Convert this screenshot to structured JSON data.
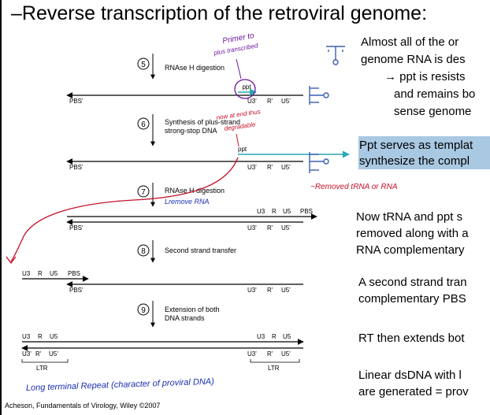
{
  "slide": {
    "title": "–Reverse transcription of the retroviral genome:",
    "caption": "Acheson, Fundamentals of Virology, Wiley ©2007"
  },
  "steps": [
    {
      "num": "5",
      "lines": [
        "RNAse H digestion"
      ]
    },
    {
      "num": "6",
      "lines": [
        "Synthesis of plus-strand",
        "strong-stop DNA"
      ]
    },
    {
      "num": "7",
      "lines": [
        "RNAse H digestion"
      ]
    },
    {
      "num": "8",
      "lines": [
        "Second strand transfer"
      ]
    },
    {
      "num": "9",
      "lines": [
        "Extension of both",
        "DNA strands"
      ]
    }
  ],
  "labels": {
    "pbs_prime": "PBS'",
    "pbs": "PBS",
    "ppt": "ppt",
    "u3": "U3",
    "r": "R",
    "u5": "U5",
    "u3_prime": "U3'",
    "r_prime": "R'",
    "u5_prime": "U5'",
    "ltr": "LTR"
  },
  "annotations": {
    "primer_line1": "Primer to",
    "primer_line2": "plus transcribed",
    "now_line1": "now at end thus",
    "now_line2": "degradable",
    "remove_rna": "Lremove RNA",
    "removed": "~Removed tRNA or RNA",
    "long_terminal": "Long terminal Repeat (character of proviral DNA)"
  },
  "right_text": {
    "p1": [
      "Almost all of the or",
      "genome RNA is des",
      "→ ppt is resists",
      "and remains bo",
      "sense genome"
    ],
    "highlight": [
      "Ppt serves as templat",
      "synthesize the compl"
    ],
    "p2": [
      "Now tRNA and ppt s",
      "removed along with a",
      "RNA complementary"
    ],
    "p3": [
      "A second strand tran",
      "complementary PBS"
    ],
    "p4": [
      "RT then extends bot"
    ],
    "p5": [
      "Linear dsDNA with l",
      "are generated = prov"
    ]
  },
  "colors": {
    "teal": "#2aa7b4",
    "annotation_red": "#c4122a",
    "annotation_purple": "#6a1a9a",
    "annotation_blue": "#1a2fb0",
    "highlight": "#a9c8e2",
    "trna_blue": "#3a5fb0"
  }
}
